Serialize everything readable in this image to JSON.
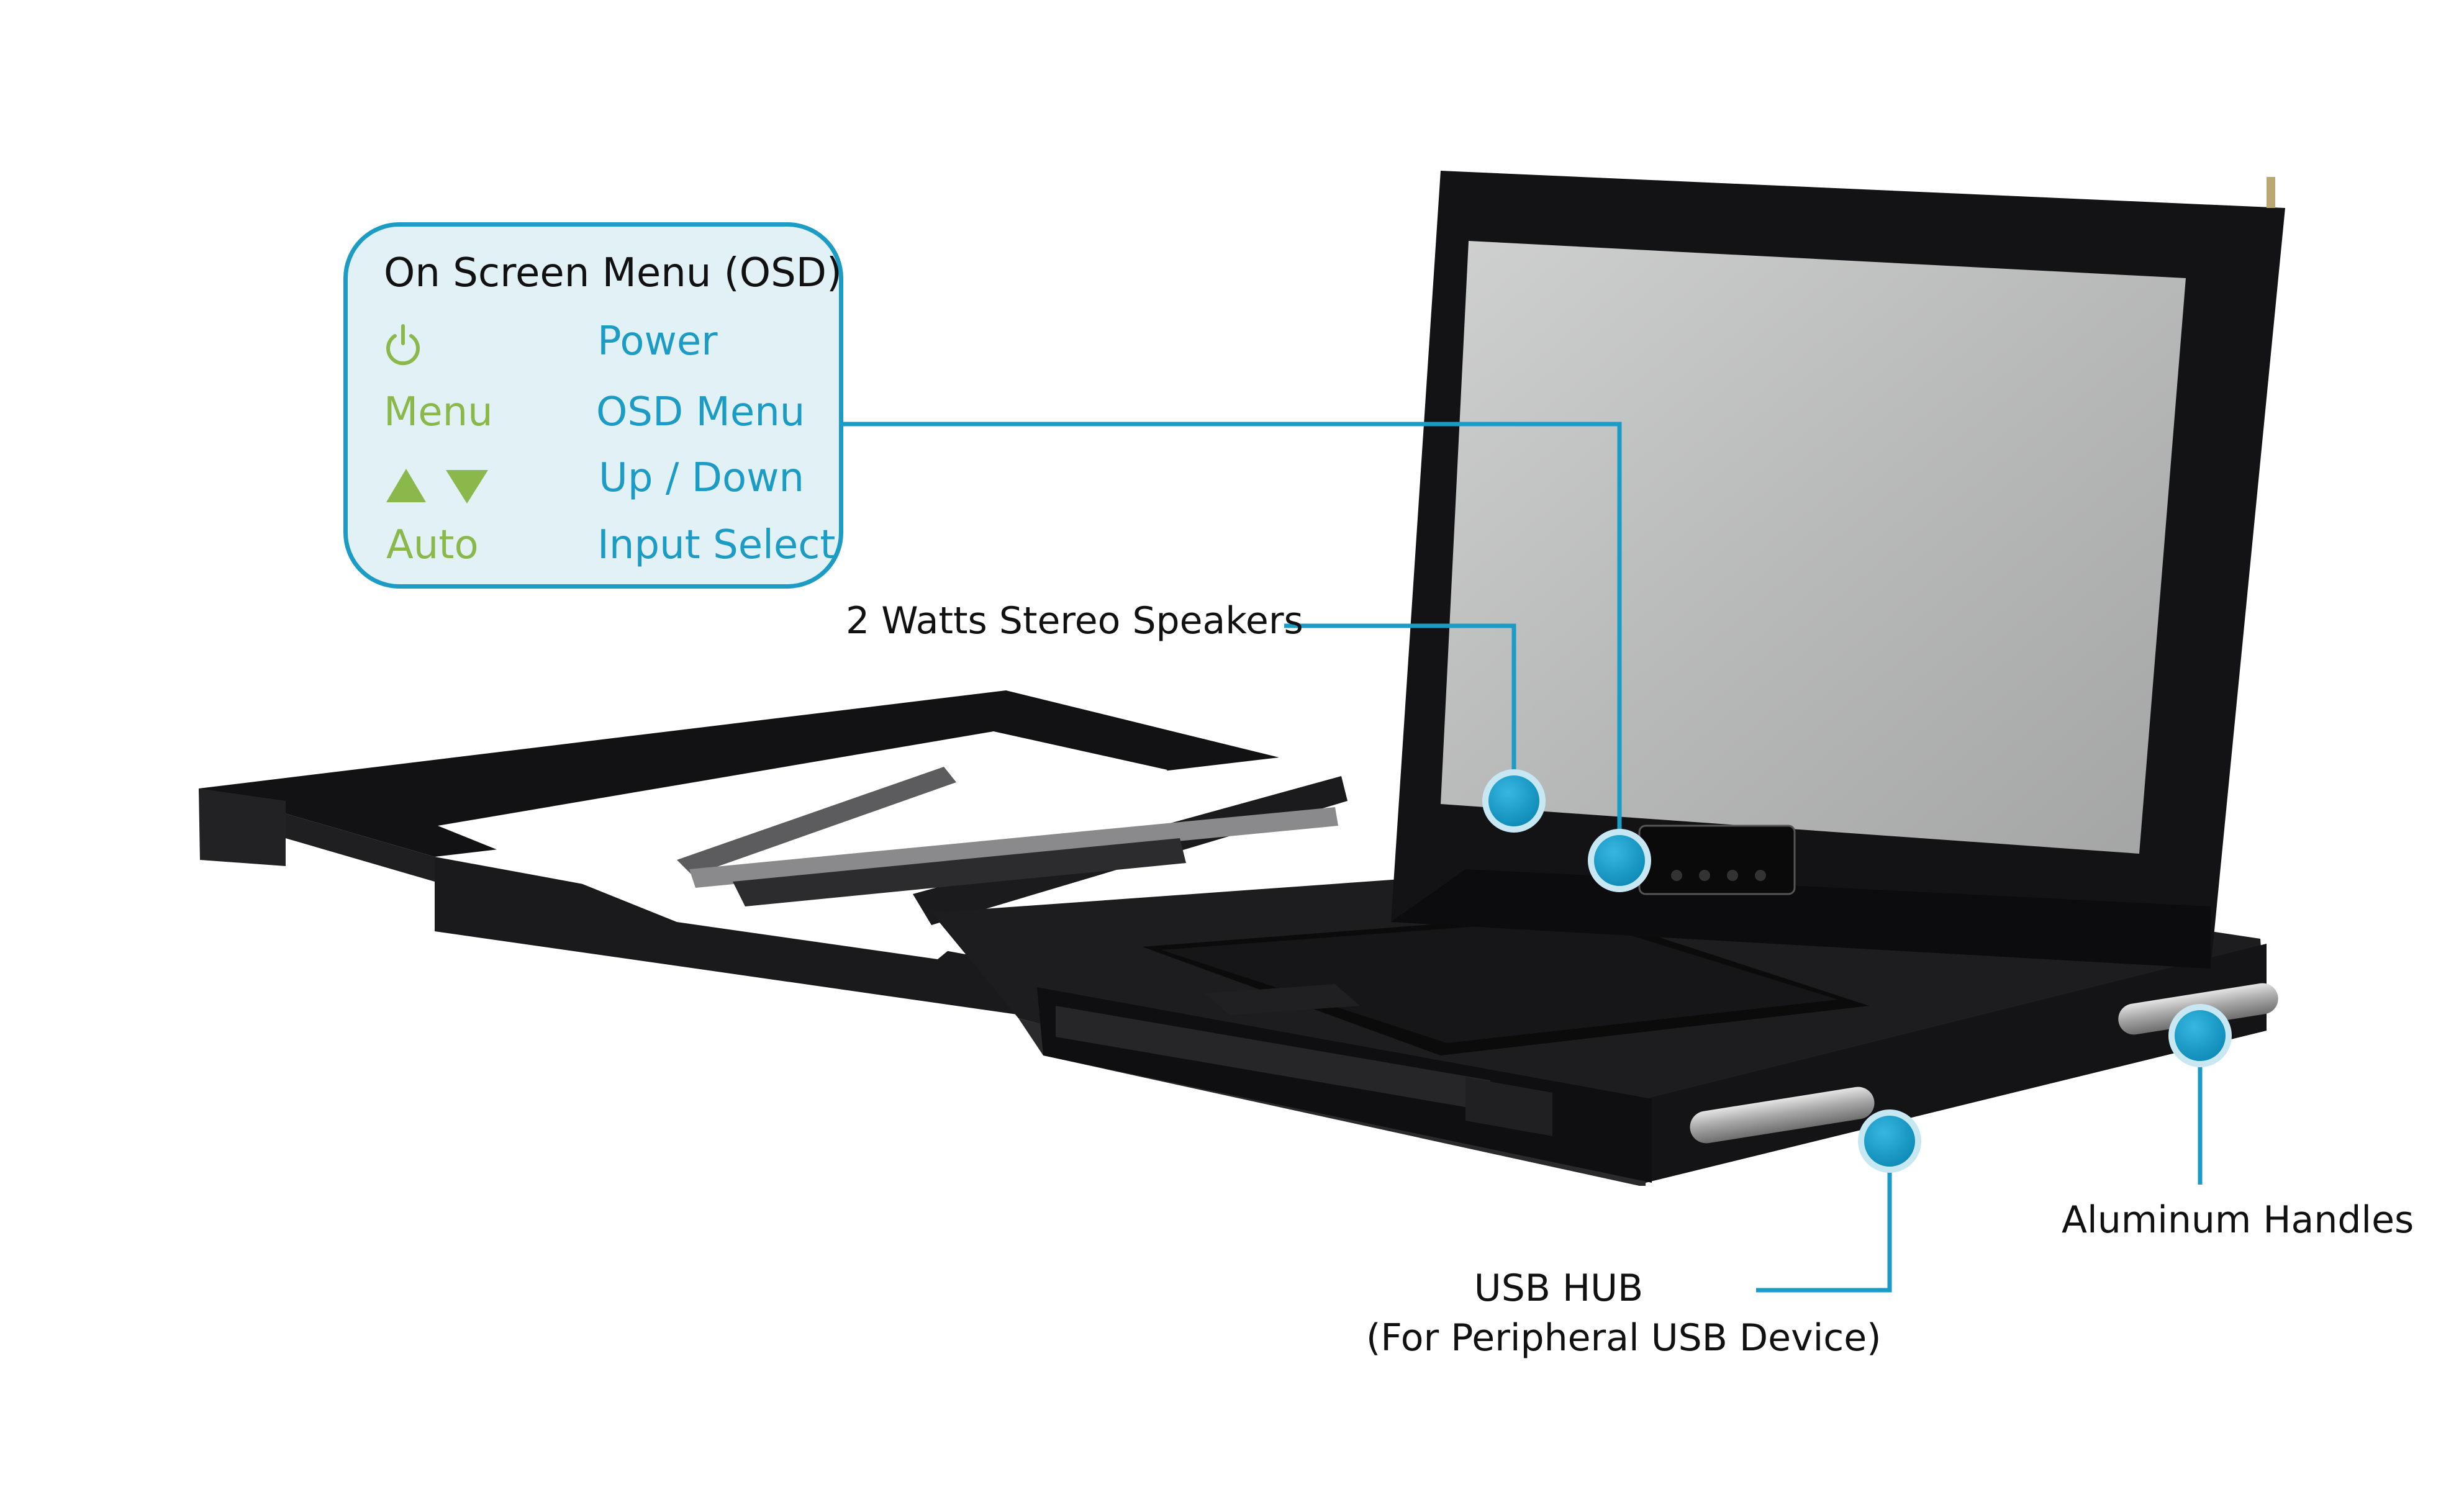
{
  "osd_panel": {
    "title": "On Screen Menu (OSD)",
    "rows": [
      {
        "icon": "power-icon",
        "label": "Power"
      },
      {
        "key": "Menu",
        "label": "OSD Menu"
      },
      {
        "icon": "up-down-arrows-icon",
        "label": "Up / Down"
      },
      {
        "key": "Auto",
        "label": "Input Select"
      }
    ]
  },
  "callouts": {
    "speakers": "2 Watts Stereo Speakers",
    "handles": "Aluminum Handles",
    "usb_hub_line1": "USB HUB",
    "usb_hub_line2": "(For Peripheral USB Device)"
  },
  "colors": {
    "accent": "#1c9cc4",
    "key_green": "#8bb84a",
    "panel_bg": "#e2f1f5",
    "chassis": "#1b1b1d"
  }
}
